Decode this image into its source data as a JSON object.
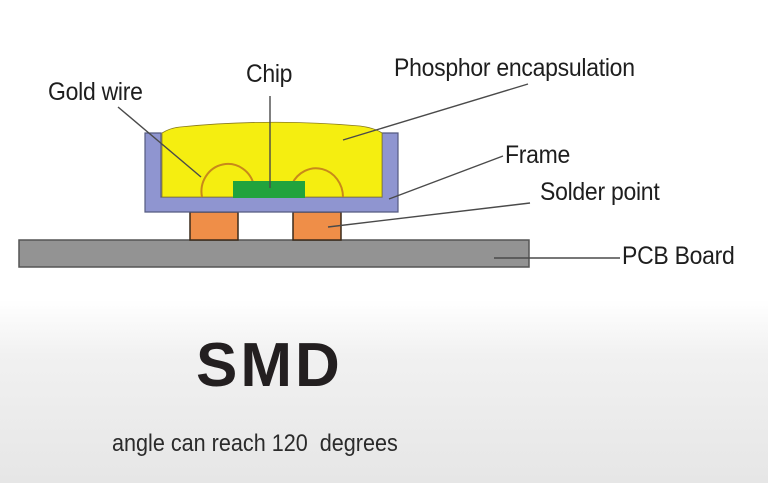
{
  "diagram": {
    "labels": {
      "gold_wire": "Gold wire",
      "chip": "Chip",
      "phosphor": "Phosphor encapsulation",
      "frame": "Frame",
      "solder": "Solder point",
      "pcb": "PCB Board"
    },
    "colors": {
      "phosphor": "#f5ee10",
      "frame": "#8f95d0",
      "chip": "#21a33d",
      "gold_wire": "#c8891a",
      "solder": "#ef8e48",
      "pcb": "#939393",
      "leader": "#4a4a4a"
    }
  },
  "caption": {
    "title": "SMD",
    "subtitle": "angle can reach 120  degrees"
  }
}
